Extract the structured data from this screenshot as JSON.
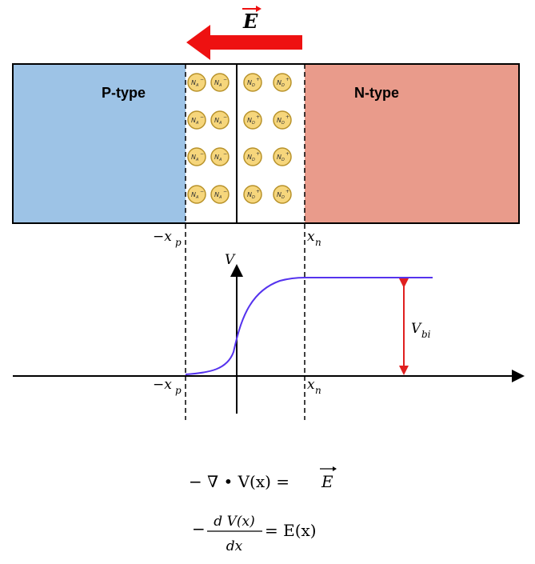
{
  "field": {
    "symbol": "E",
    "color": "#ee1111"
  },
  "regions": {
    "p_label": "P-type",
    "n_label": "N-type",
    "p_color": "#9dc3e6",
    "n_color": "#e99b8b",
    "ion_fill": "#f6d67c",
    "ion_stroke": "#b8922a"
  },
  "ions": {
    "acceptor": {
      "base": "N",
      "sub": "A",
      "sup": "−"
    },
    "donor": {
      "base": "N",
      "sub": "D",
      "sup": "+"
    }
  },
  "axes": {
    "xp_label": {
      "main": "−x",
      "sub": "p"
    },
    "xn_label": {
      "main": "x",
      "sub": "n"
    },
    "v_label": "V",
    "vbi_label": {
      "main": "V",
      "sub": "bi"
    },
    "curve_color": "#5533ee",
    "vbi_arrow_color": "#e02020"
  },
  "equations": {
    "eq1": {
      "left": "− ∇ • V(x) = ",
      "right": "E"
    },
    "eq2": {
      "prefix": "−",
      "numerator": "d V(x)",
      "denominator": "dx",
      "rhs": "= E(x)"
    }
  }
}
